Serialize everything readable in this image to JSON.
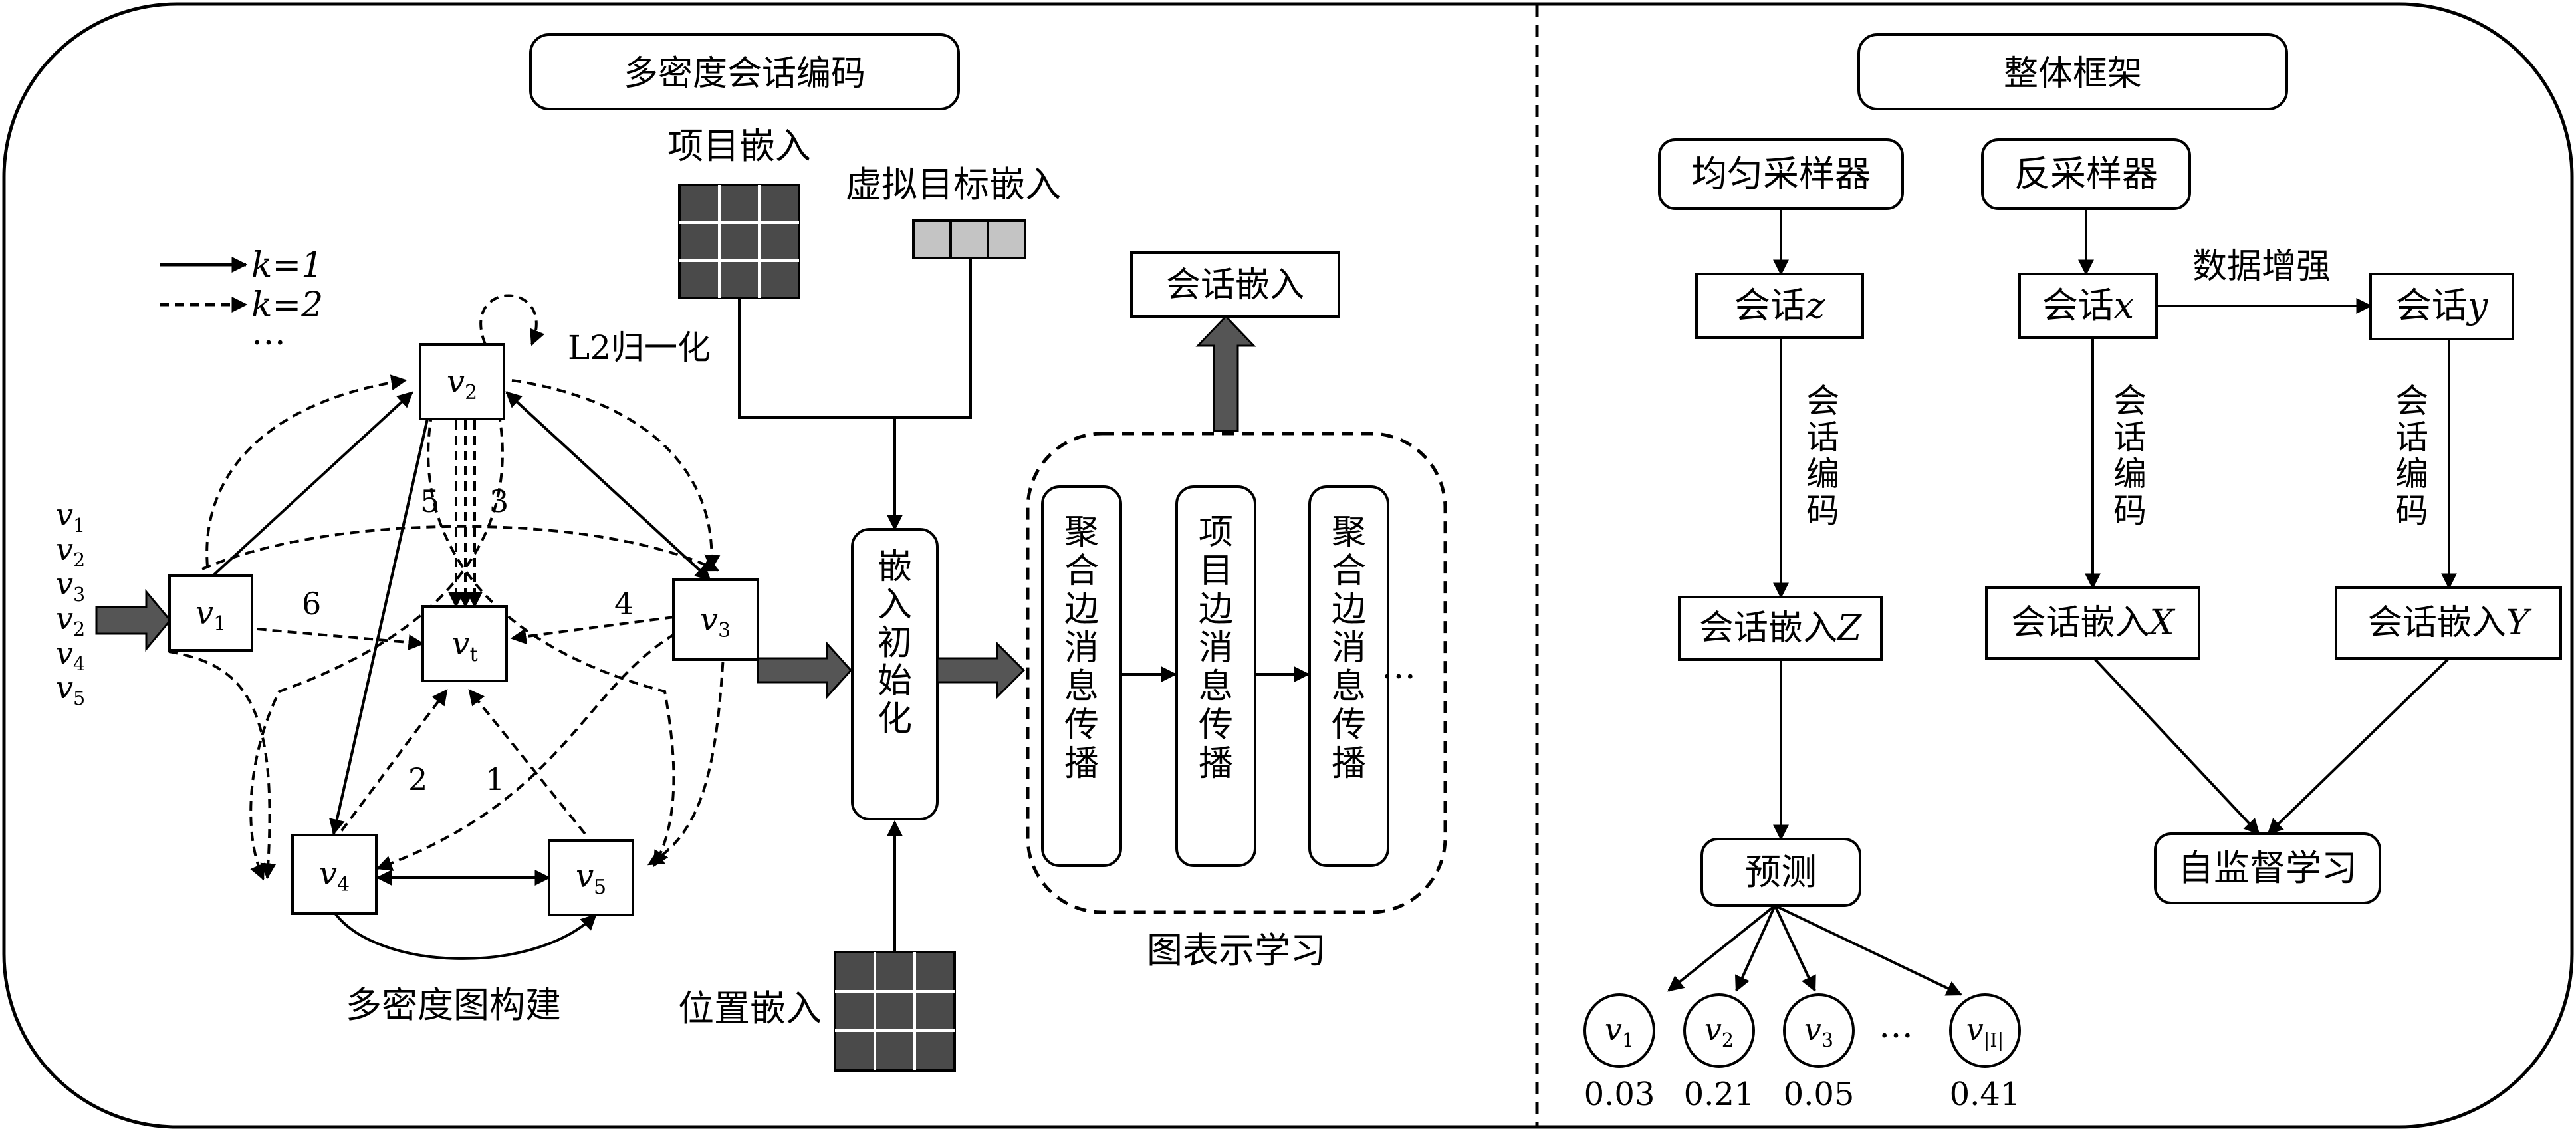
{
  "sections": {
    "left_title": "多密度会话编码",
    "right_title": "整体框架"
  },
  "legend": {
    "k1": "k=1",
    "k2": "k=2",
    "more": "…"
  },
  "sequence": [
    "v1",
    "v2",
    "v3",
    "v2",
    "v4",
    "v5"
  ],
  "graph": {
    "nodes": {
      "v1": "v1",
      "v2": "v2",
      "v3": "v3",
      "vt": "vt",
      "v4": "v4",
      "v5": "v5"
    },
    "edge_weights": {
      "w5": "5",
      "w3": "3",
      "w6": "6",
      "w4": "4",
      "w2": "2",
      "w1": "1"
    },
    "caption": "多密度图构建"
  },
  "inputs": {
    "item_embedding": "项目嵌入",
    "virtual_target_embedding": "虚拟目标嵌入",
    "l2_norm": "L2归一化",
    "position_embedding": "位置嵌入"
  },
  "init_box": "嵌入初始化",
  "graph_learning": {
    "blocks": [
      "聚合边消息传播",
      "项目边消息传播",
      "聚合边消息传播"
    ],
    "ellipsis": "…",
    "caption": "图表示学习",
    "output": "会话嵌入"
  },
  "framework": {
    "uniform_sampler": "均匀采样器",
    "inverse_sampler": "反采样器",
    "session_z": "会话z",
    "session_x": "会话x",
    "session_y": "会话y",
    "augmentation": "数据增强",
    "encode": "会话编码",
    "emb_z": "会话嵌入Z",
    "emb_x": "会话嵌入X",
    "emb_y": "会话嵌入Y",
    "predict": "预测",
    "self_supervised": "自监督学习",
    "outputs": [
      {
        "label": "v1",
        "score": "0.03"
      },
      {
        "label": "v2",
        "score": "0.21"
      },
      {
        "label": "v3",
        "score": "0.05"
      },
      {
        "label": "v|I|",
        "score": "0.41"
      }
    ],
    "outputs_ellipsis": "…"
  }
}
